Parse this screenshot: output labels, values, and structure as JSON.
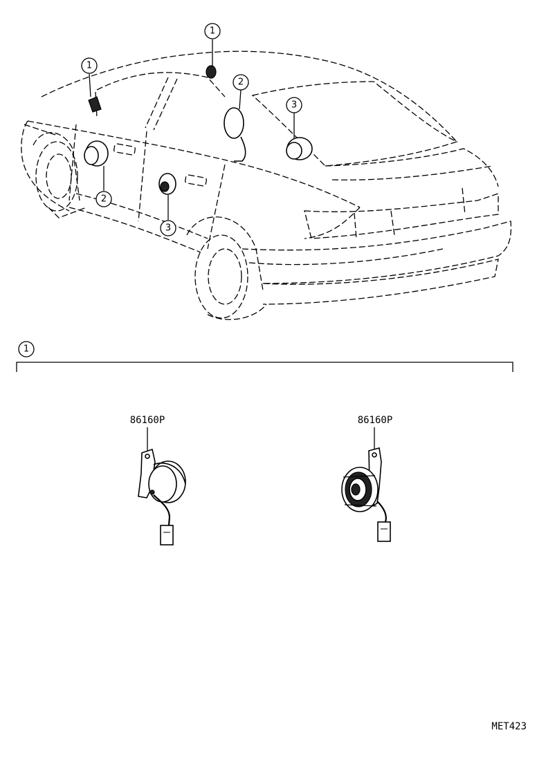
{
  "callouts": {
    "c1a": "1",
    "c1b": "1",
    "c2a": "2",
    "c2b": "2",
    "c3a": "3",
    "c3b": "3",
    "section": "1"
  },
  "parts": {
    "left_part_number": "86160P",
    "right_part_number": "86160P"
  },
  "diagram_code": "MET423",
  "icons": [
    "speaker-icon",
    "tweeter-icon",
    "connector-icon"
  ]
}
